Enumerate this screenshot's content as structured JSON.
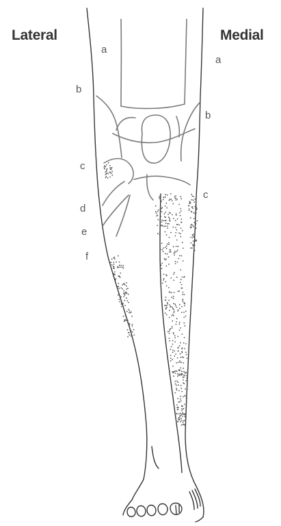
{
  "labels": {
    "lateral": "Lateral",
    "medial": "Medial"
  },
  "lateral_letters": [
    "a",
    "b",
    "c",
    "d",
    "e",
    "f"
  ],
  "medial_letters": [
    "a",
    "b",
    "c"
  ],
  "colors": {
    "outline": "#333333",
    "vein": "#7a7a7a",
    "stipple": "#555555",
    "label": "#333333"
  }
}
